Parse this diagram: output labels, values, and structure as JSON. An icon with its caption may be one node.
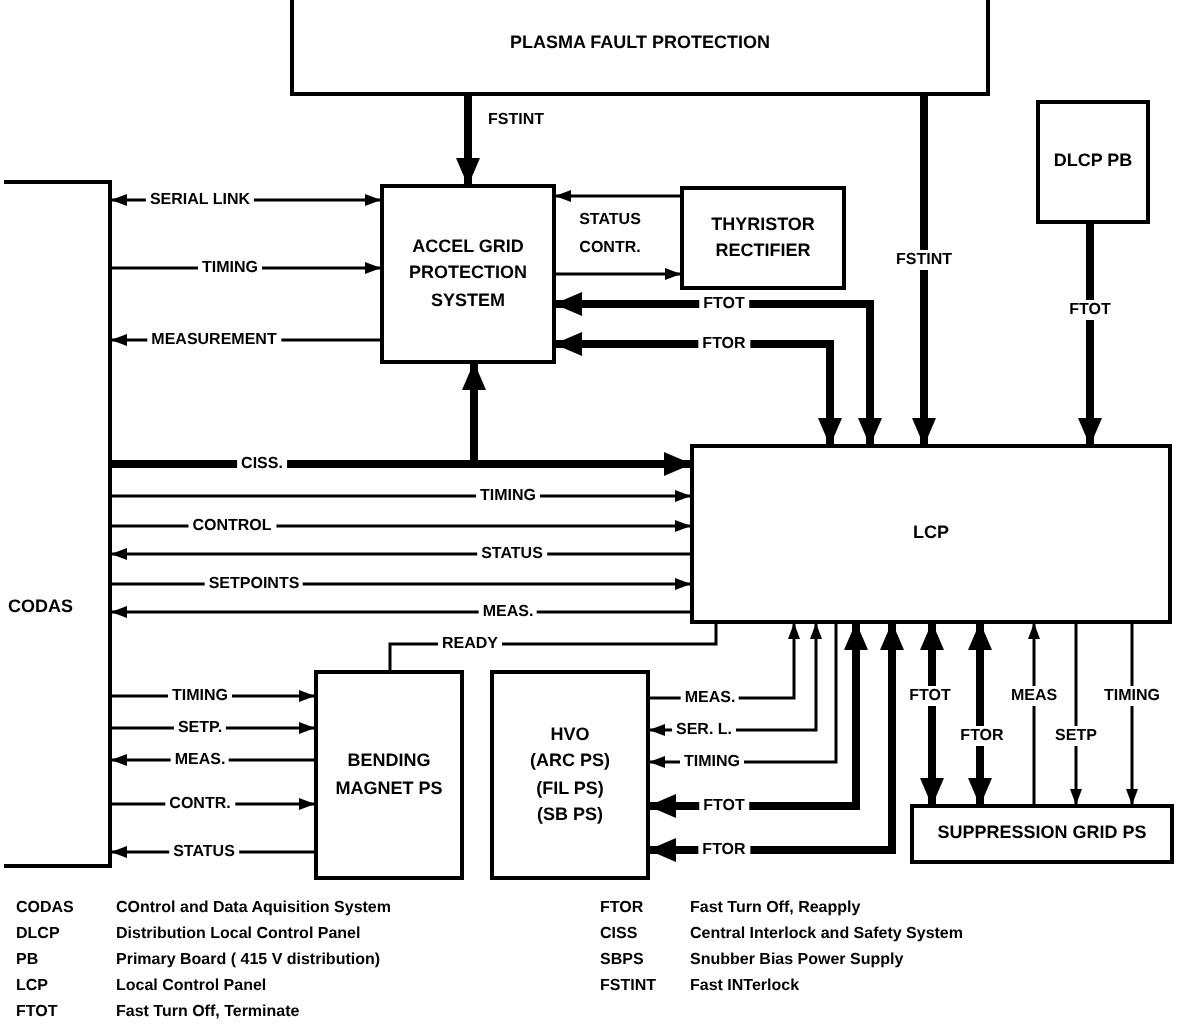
{
  "diagram": {
    "nodes": [
      {
        "text": [
          "PLASMA FAULT PROTECTION"
        ]
      },
      {
        "text": [
          "CODAS"
        ]
      },
      {
        "text": [
          "ACCEL GRID PROTECTION SYSTEM"
        ]
      },
      {
        "text": [
          "THYRISTOR RECTIFIER"
        ]
      },
      {
        "text": [
          "DLCP PB"
        ]
      },
      {
        "text": [
          "LCP"
        ]
      },
      {
        "text": [
          "BENDING MAGNET PS"
        ]
      },
      {
        "text": [
          "HVO",
          "(ARC PS) (FIL PS) (SB PS)"
        ]
      },
      {
        "text": [
          "SUPPRESSION GRID PS"
        ]
      }
    ],
    "edges": [
      {
        "from": 0,
        "to": 2,
        "arrow": "to",
        "label": "FSTINT",
        "style": "thick"
      },
      {
        "from": 0,
        "to": 5,
        "arrow": "to",
        "label": "FSTINT",
        "style": "thick"
      },
      {
        "from": 4,
        "to": 5,
        "arrow": "to",
        "label": "FTOT",
        "style": "thick"
      },
      {
        "from": 1,
        "to": 2,
        "arrow": "both",
        "label": "SERIAL LINK"
      },
      {
        "from": 1,
        "to": 2,
        "arrow": "to",
        "label": "TIMING"
      },
      {
        "from": 2,
        "to": 1,
        "arrow": "to",
        "label": "MEASUREMENT"
      },
      {
        "from": 3,
        "to": 2,
        "arrow": "to",
        "label": "STATUS"
      },
      {
        "from": 2,
        "to": 3,
        "arrow": "to",
        "label": "CONTR."
      },
      {
        "from": 5,
        "to": 2,
        "arrow": "both",
        "label": "FTOT",
        "style": "thick"
      },
      {
        "from": 5,
        "to": 2,
        "arrow": "both",
        "label": "FTOR",
        "style": "thick"
      },
      {
        "from": 1,
        "to": 5,
        "arrow": "to",
        "label": "CISS.",
        "style": "thick"
      },
      {
        "from": 1,
        "to": 2,
        "arrow": "to",
        "style": "thick"
      },
      {
        "from": 1,
        "to": 5,
        "arrow": "to",
        "label": "TIMING"
      },
      {
        "from": 1,
        "to": 5,
        "arrow": "to",
        "label": "CONTROL"
      },
      {
        "from": 5,
        "to": 1,
        "arrow": "to",
        "label": "STATUS"
      },
      {
        "from": 1,
        "to": 5,
        "arrow": "to",
        "label": "SETPOINTS"
      },
      {
        "from": 5,
        "to": 1,
        "arrow": "to",
        "label": "MEAS."
      },
      {
        "from": 6,
        "to": 5,
        "arrow": "none",
        "label": "READY"
      },
      {
        "from": 1,
        "to": 6,
        "arrow": "to",
        "label": "TIMING"
      },
      {
        "from": 1,
        "to": 6,
        "arrow": "to",
        "label": "SETP."
      },
      {
        "from": 6,
        "to": 1,
        "arrow": "to",
        "label": "MEAS."
      },
      {
        "from": 1,
        "to": 6,
        "arrow": "to",
        "label": "CONTR."
      },
      {
        "from": 6,
        "to": 1,
        "arrow": "to",
        "label": "STATUS"
      },
      {
        "from": 7,
        "to": 5,
        "arrow": "to",
        "label": "MEAS."
      },
      {
        "from": 7,
        "to": 5,
        "arrow": "both",
        "label": "SER. L."
      },
      {
        "from": 5,
        "to": 7,
        "arrow": "to",
        "label": "TIMING"
      },
      {
        "from": 7,
        "to": 5,
        "arrow": "both",
        "label": "FTOT",
        "style": "thick"
      },
      {
        "from": 7,
        "to": 5,
        "arrow": "both",
        "label": "FTOR",
        "style": "thick"
      },
      {
        "from": 5,
        "to": 8,
        "arrow": "both",
        "label": "FTOT",
        "style": "thick"
      },
      {
        "from": 5,
        "to": 8,
        "arrow": "both",
        "label": "FTOR",
        "style": "thick"
      },
      {
        "from": 8,
        "to": 5,
        "arrow": "to",
        "label": "MEAS"
      },
      {
        "from": 5,
        "to": 8,
        "arrow": "to",
        "label": "SETP"
      },
      {
        "from": 5,
        "to": 8,
        "arrow": "to",
        "label": "TIMING"
      }
    ],
    "labels": [
      "CODAS",
      "COntrol and Data Aquisition System",
      "FTOR",
      "Fast Turn Off, Reapply",
      "DLCP",
      "Distribution Local Control Panel",
      "CISS",
      "Central Interlock and Safety System",
      "PB",
      "Primary Board ( 415 V distribution)",
      "SBPS",
      "Snubber Bias Power Supply",
      "LCP",
      "Local Control Panel",
      "FSTINT",
      "Fast INTerlock",
      "FTOT",
      "Fast Turn Off, Terminate"
    ]
  }
}
